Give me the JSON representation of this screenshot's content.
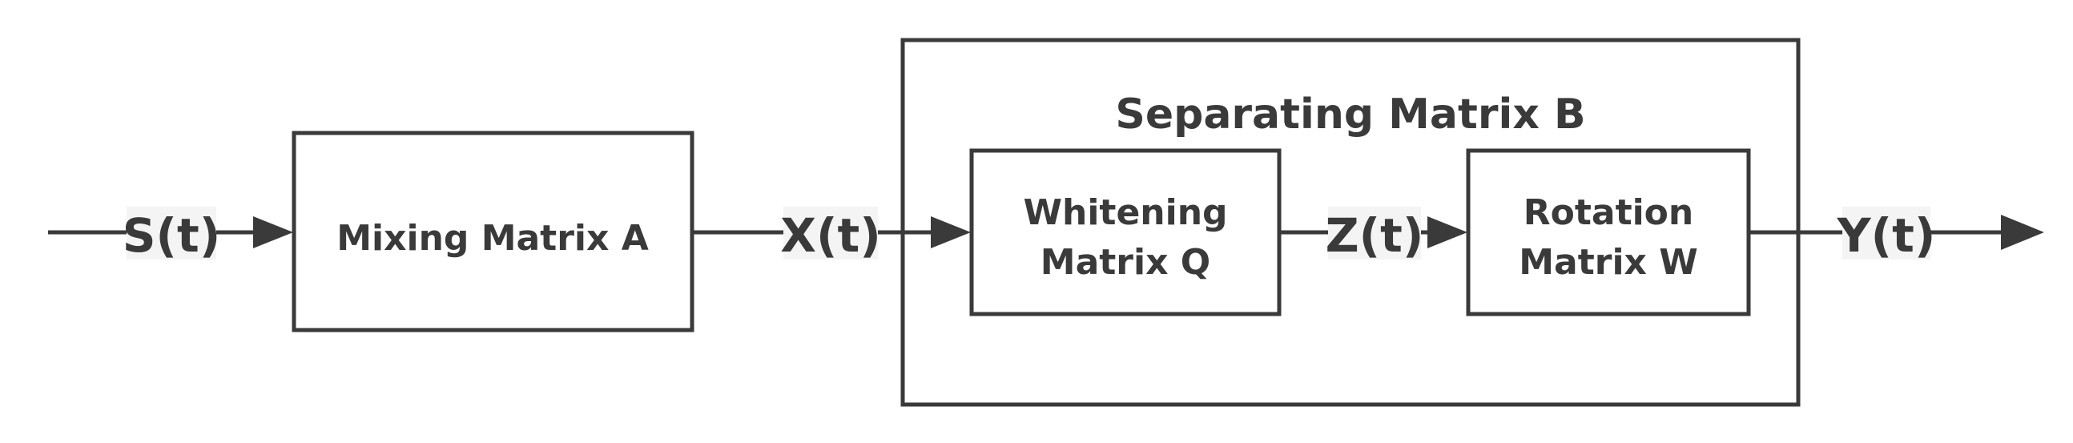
{
  "diagram": {
    "signals": {
      "s": "S(t)",
      "x": "X(t)",
      "z": "Z(t)",
      "y": "Y(t)"
    },
    "mixing_box": "Mixing Matrix A",
    "separating_group": "Separating Matrix B",
    "whitening_box": [
      "Whitening",
      "Matrix Q"
    ],
    "rotation_box": [
      "Rotation",
      "Matrix W"
    ]
  },
  "colors": {
    "stroke": "#3a3a3a",
    "label_background": "#f4f4f4"
  }
}
